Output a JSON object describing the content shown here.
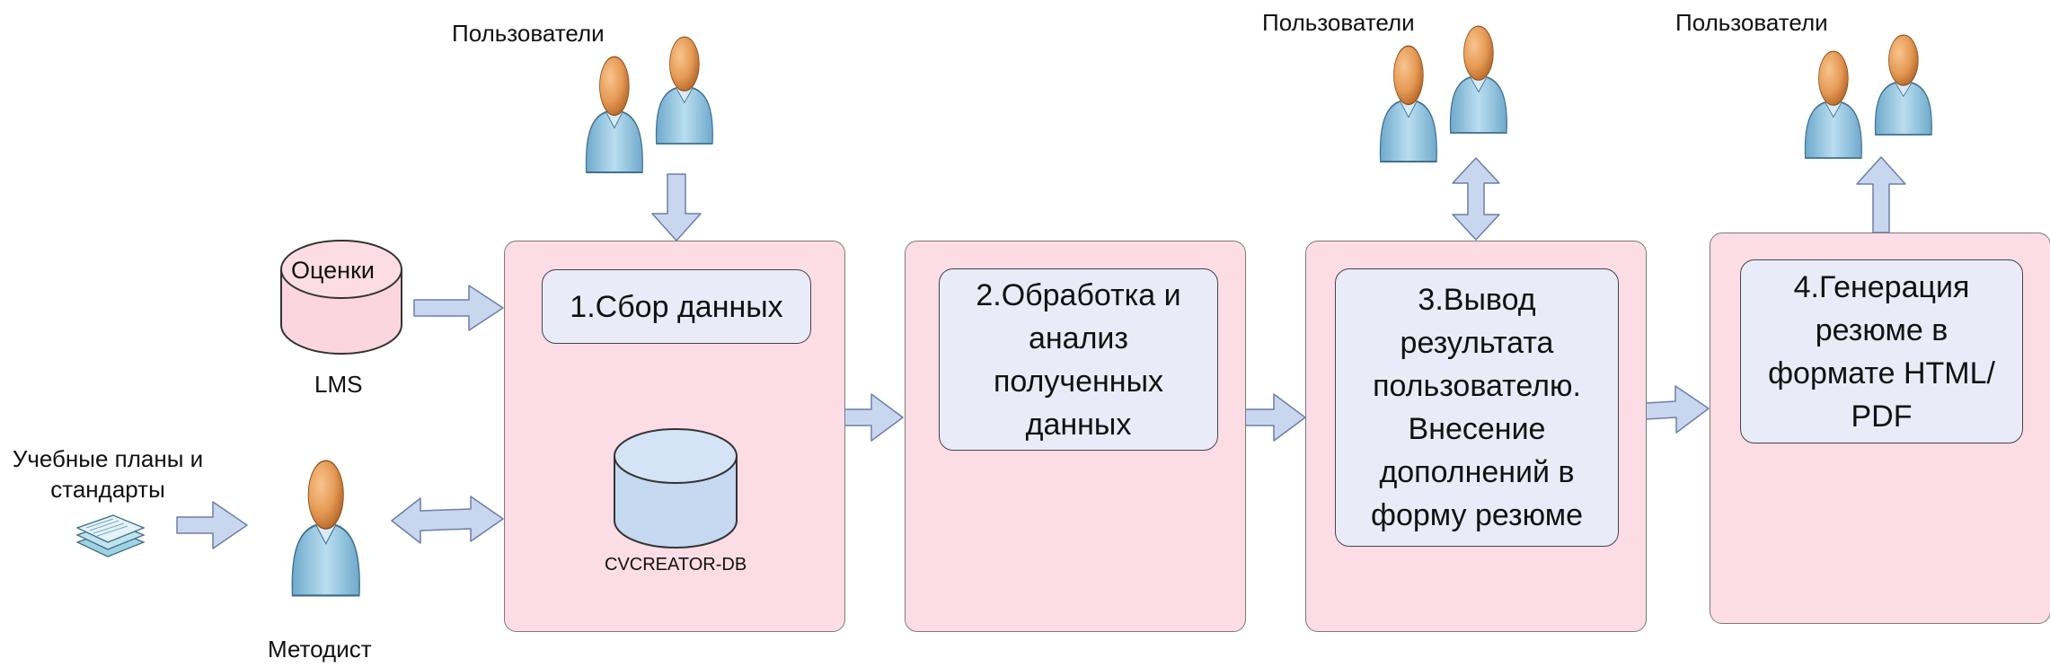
{
  "diagram": {
    "users_label": "Пользователи",
    "grades": {
      "db_label": "Оценки",
      "caption": "LMS"
    },
    "curricula_label": "Учебные планы и\nстандарты",
    "methodist_label": "Методист",
    "database_label": "CVCREATOR-DB",
    "steps": [
      {
        "label": "1.Сбор данных"
      },
      {
        "label": "2.Обработка и\nанализ\nполученных\nданных"
      },
      {
        "label": "3.Вывод\nрезультата\nпользователю.\nВнесение\nдополнений в\nформу резюме"
      },
      {
        "label": "4.Генерация\nрезюме в\nформате HTML/\nPDF"
      }
    ]
  },
  "colors": {
    "stage_fill": "#fcdde6",
    "step_fill": "#e9ecf8",
    "arrow_fill": "#c9d7ee",
    "db_blue": "#c5d9f0",
    "db_pink": "#fbd6e0",
    "person_body": "#8fc0dc",
    "person_head": "#e59a55"
  },
  "icons": [
    "users-icon",
    "person-icon",
    "database-icon",
    "documents-icon",
    "arrow-icon"
  ]
}
